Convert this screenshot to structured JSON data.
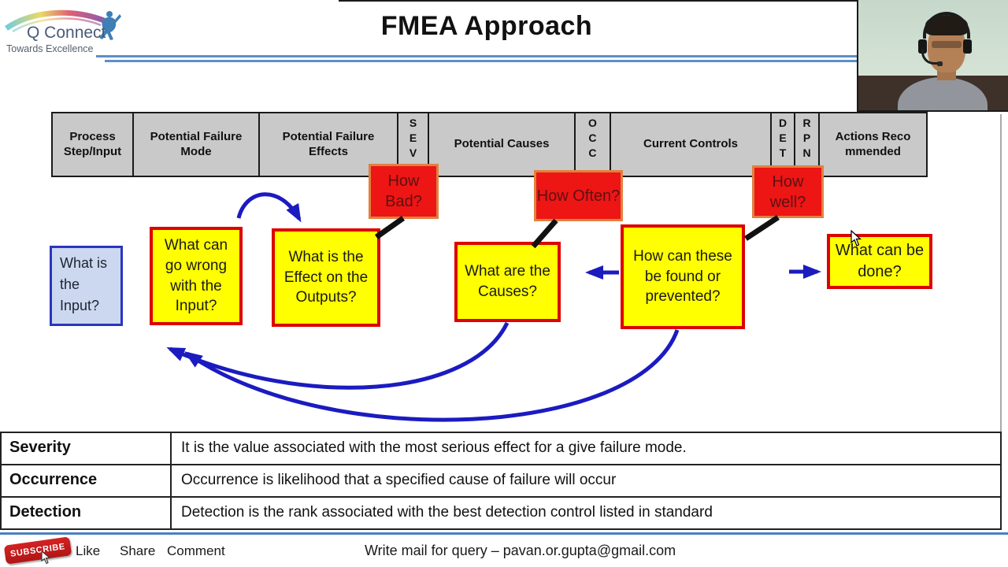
{
  "logo": {
    "name": "Q Connect",
    "tagline": "Towards Excellence"
  },
  "title": "FMEA Approach",
  "fmea_table": {
    "columns": [
      "Process Step/Input",
      "Potential Failure Mode",
      "Potential Failure Effects",
      "S\nE\nV",
      "Potential Causes",
      "O\nC\nC",
      "Current Controls",
      "D\nE\nT",
      "R\nP\nN",
      "Actions Recommended"
    ]
  },
  "diagram": {
    "input_box": "What is the Input?",
    "red_callouts": [
      "How Bad?",
      "How Often?",
      "How well?"
    ],
    "yellow_boxes": [
      "What can go wrong with the Input?",
      "What is the Effect on the Outputs?",
      "What are the Causes?",
      "How can these be found or prevented?",
      "What can be done?"
    ]
  },
  "definitions": [
    {
      "term": "Severity",
      "definition": "It is the value associated with the most serious effect for a give failure mode."
    },
    {
      "term": "Occurrence",
      "definition": "Occurrence is likelihood that a specified cause of failure will occur"
    },
    {
      "term": "Detection",
      "definition": "Detection is the rank associated with the best detection control listed in standard"
    }
  ],
  "footer": {
    "subscribe": "SUBSCRIBE",
    "like": "Like",
    "share": "Share",
    "comment": "Comment",
    "query": "Write mail for query – pavan.or.gupta@gmail.com"
  },
  "colors": {
    "callout_red": "#ee1515",
    "callout_border_orange": "#e0813f",
    "box_yellow": "#ffff00",
    "box_border_red": "#dd0000",
    "input_box_blue": "#ccd8f0",
    "input_border_blue": "#2a35c0",
    "arrow_blue": "#1b1bc0",
    "header_gray": "#c9c9c9",
    "accent_line_blue": "#5d8fc4",
    "subscribe_red": "#c01c1c"
  }
}
